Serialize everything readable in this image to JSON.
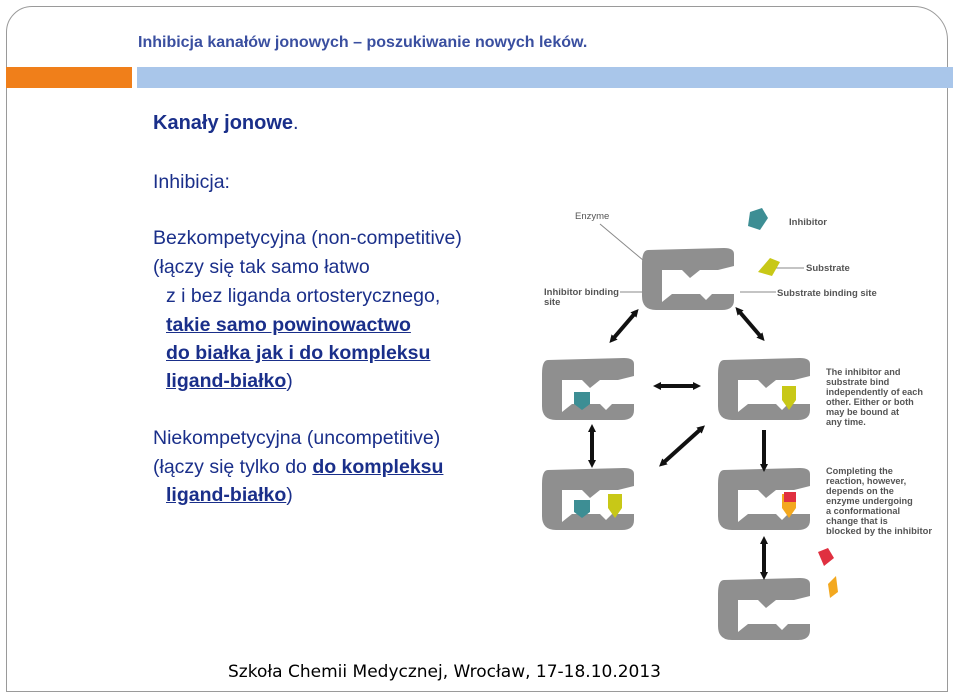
{
  "header": {
    "title": "Inhibicja kanałów jonowych – poszukiwanie nowych leków."
  },
  "heading": {
    "main": "Kanały jonowe",
    "dot": "."
  },
  "section": "Inhibicja:",
  "noncompetitive": {
    "line1": "Bezkompetycyjna (non-competitive)",
    "line2": "(łączy się tak samo łatwo",
    "line3": "z i bez liganda ortosterycznego,",
    "line4": "takie samo powinowactwo",
    "line5": "do białka jak i do kompleksu",
    "line6_u": "ligand-białko",
    "line6_end": ")"
  },
  "uncompetitive": {
    "line1": "Niekompetycyjna (uncompetitive)",
    "line2_start": "(łączy się tylko do ",
    "line2_u": "do kompleksu",
    "line3_u": "ligand-białko",
    "line3_end": ")"
  },
  "diagram": {
    "enzyme": "Enzyme",
    "inhibitor": "Inhibitor",
    "inhibitor_binding": "Inhibitor binding",
    "site": "site",
    "substrate": "Substrate",
    "substrate_binding": "Substrate binding site",
    "note1": [
      "The inhibitor and",
      "substrate bind",
      "independently of each",
      "other. Either or both",
      "may be bound at",
      "any time."
    ],
    "note2": [
      "Completing the",
      "reaction, however,",
      "depends on the",
      "enzyme undergoing",
      "a conformational",
      "change that is",
      "blocked by the inhibitor"
    ]
  },
  "colors": {
    "enzyme": "#8f8f8f",
    "inhibitor": "#3d8e94",
    "substrate": "#c8c817",
    "product_red": "#e03040",
    "product_orange": "#f3a81f"
  },
  "footer": "Szkoła Chemii Medycznej, Wrocław, 17-18.10.2013"
}
